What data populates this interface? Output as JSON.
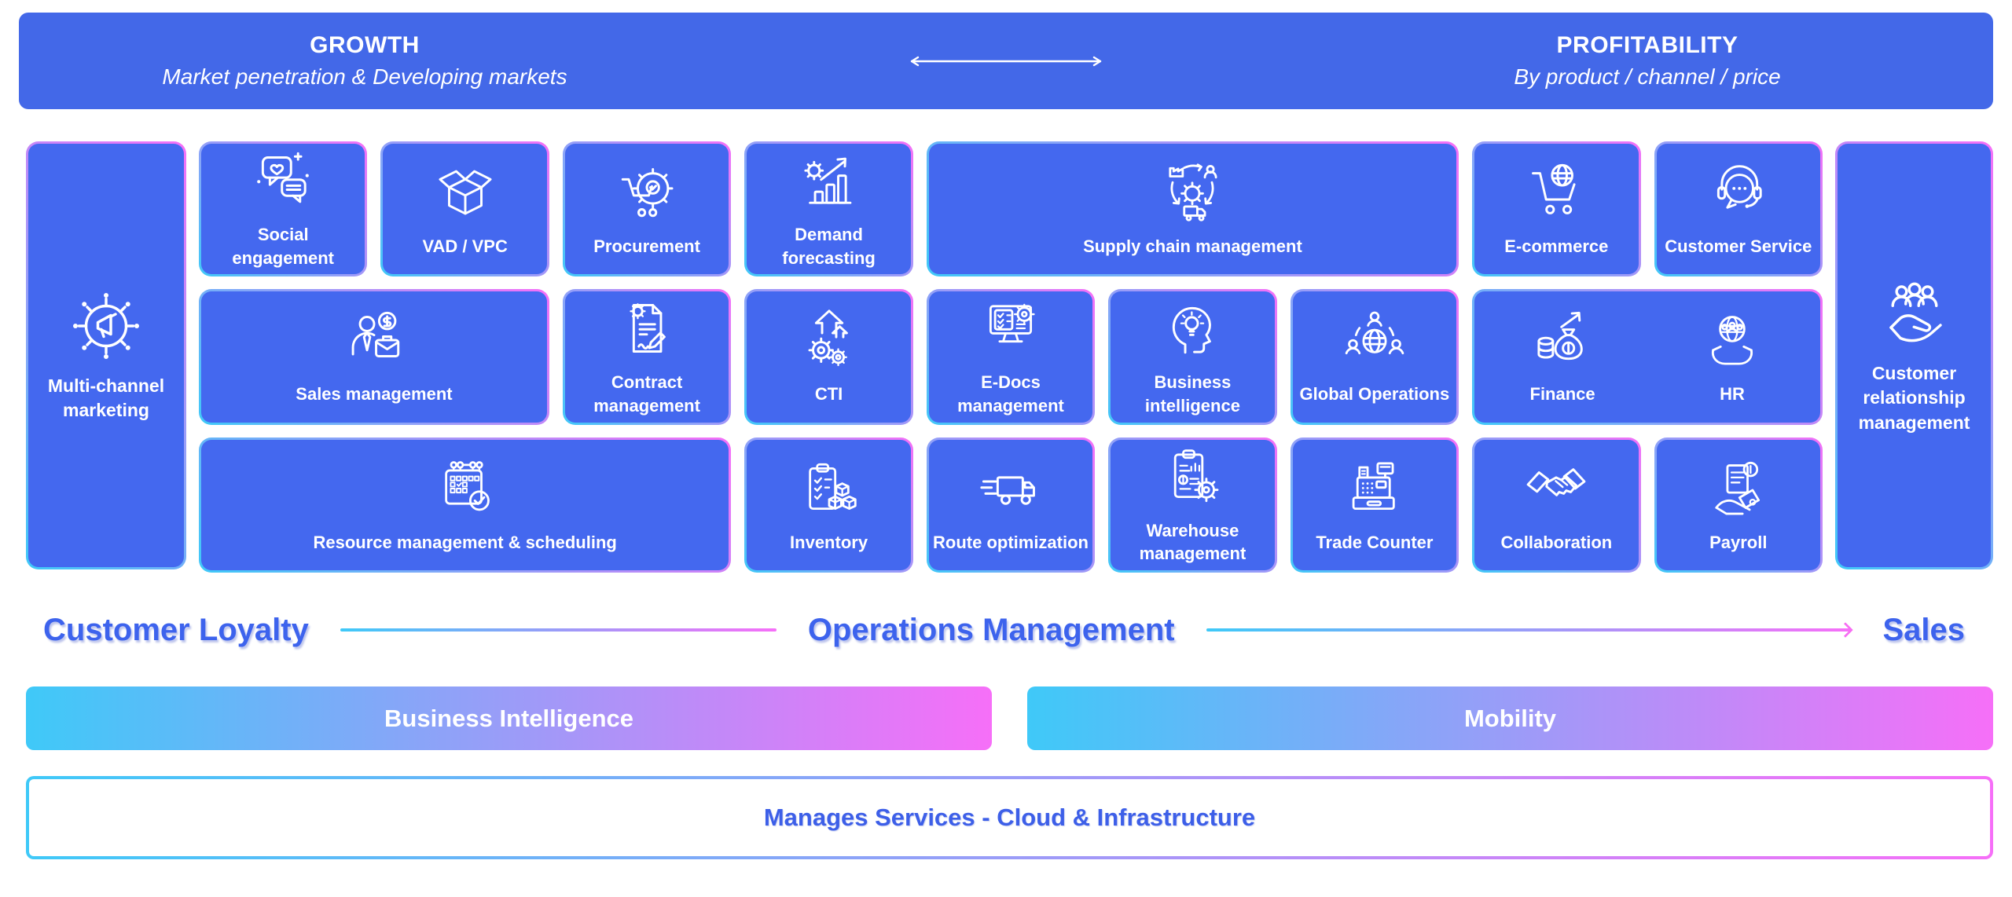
{
  "banner": {
    "left": {
      "title": "GROWTH",
      "subtitle": "Market penetration & Developing markets"
    },
    "right": {
      "title": "PROFITABILITY",
      "subtitle": "By product / channel / price"
    },
    "arrow_icon": "double-headed-arrow"
  },
  "grid": {
    "left_tile": {
      "label": "Multi-channel marketing",
      "icon": "multi-channel-broadcast"
    },
    "right_tile": {
      "label": "Customer relationship management",
      "icon": "hand-holding-people"
    },
    "tiles": [
      {
        "label": "Social engagement",
        "icon": "chat-bubbles-heart"
      },
      {
        "label": "VAD / VPC",
        "icon": "open-box"
      },
      {
        "label": "Procurement",
        "icon": "cart-in-gear"
      },
      {
        "label": "Demand forecasting",
        "icon": "bar-chart-arrow-gear"
      },
      {
        "label": "Supply chain management",
        "icon": "supply-cycle-factory-truck"
      },
      {
        "label": "E-commerce",
        "icon": "cart-globe"
      },
      {
        "label": "Customer Service",
        "icon": "headset-chat"
      },
      {
        "label": "Sales management",
        "icon": "salesperson-coin-briefcase"
      },
      {
        "label": "Contract management",
        "icon": "document-gear-pencil"
      },
      {
        "label": "CTI",
        "icon": "gears-up-arrows"
      },
      {
        "label": "E-Docs management",
        "icon": "monitor-checklist-gear"
      },
      {
        "label": "Business intelligence",
        "icon": "head-lightbulb"
      },
      {
        "label": "Global Operations",
        "icon": "globe-people"
      },
      {
        "label": "Finance",
        "icon": "coins-money-bag"
      },
      {
        "label": "HR",
        "icon": "hands-holding-team-globe"
      },
      {
        "label": "Resource management & scheduling",
        "icon": "calendar-check"
      },
      {
        "label": "Inventory",
        "icon": "clipboard-boxes"
      },
      {
        "label": "Route optimization",
        "icon": "delivery-truck-speed"
      },
      {
        "label": "Warehouse management",
        "icon": "clipboard-gear"
      },
      {
        "label": "Trade Counter",
        "icon": "cash-register"
      },
      {
        "label": "Collaboration",
        "icon": "handshake"
      },
      {
        "label": "Payroll",
        "icon": "hand-invoice-coin"
      }
    ]
  },
  "axes": {
    "left_label": "Customer Loyalty",
    "center_label": "Operations Management",
    "right_label": "Sales"
  },
  "bars": {
    "business_intelligence": "Business Intelligence",
    "mobility": "Mobility",
    "managed_services": "Manages Services - Cloud & Infrastructure"
  },
  "colors": {
    "banner_blue": "#4368e8",
    "tile_blue": "#4468ef",
    "gradient_cyan": "#3fc9f8",
    "gradient_pink": "#f66ff8",
    "heading_blue": "#3d63ed"
  }
}
